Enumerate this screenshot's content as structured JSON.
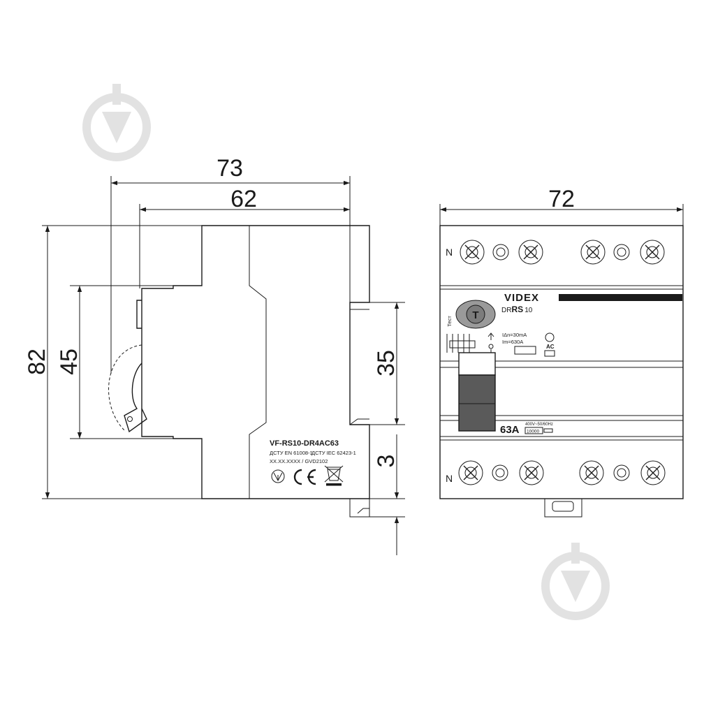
{
  "dimensions": {
    "side_total_depth": "73",
    "side_inner_depth": "62",
    "side_height": "82",
    "side_front_height": "45",
    "rail_width": "35",
    "rail_offset": "3",
    "front_width": "72"
  },
  "side_label": {
    "model": "VF-RS10-DR4AC63",
    "standard_1": "ДСТУ EN 61008-1",
    "standard_2": "ДСТУ IEC 62423-1",
    "serial": "XX.XX.XXXX / GVD2102"
  },
  "front_panel": {
    "brand": "VIDEX",
    "series_prefix": "DR",
    "series_mark": "RS",
    "series_suffix": "10",
    "test_label": "Тест",
    "test_button": "T",
    "terminal_top": "N",
    "terminal_bottom": "N",
    "residual_current": "IΔn=30mA",
    "making_capacity": "Im=630A",
    "type": "AC",
    "rating": "63A",
    "voltage": "400V~50/60Hz",
    "breaking_capacity": "10000"
  },
  "colors": {
    "line": "#1a1a1a",
    "watermark": "#e2e2e2",
    "handle": "#5a5a5a",
    "button": "#9a9a9a"
  },
  "icons": {
    "watermark": "pin-icon",
    "certification": "ukrainian-conformity-icon",
    "ce": "ce-mark-icon",
    "weee": "crossed-bin-icon"
  }
}
